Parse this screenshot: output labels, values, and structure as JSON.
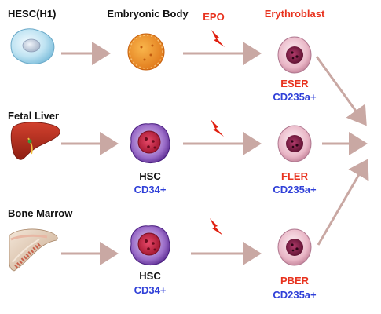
{
  "sources": {
    "hesc": "HESC(H1)",
    "fetal_liver": "Fetal Liver",
    "bone_marrow": "Bone Marrow"
  },
  "headers": {
    "embryonic_body": "Embryonic Body",
    "epo": "EPO",
    "erythroblast": "Erythroblast"
  },
  "cells": {
    "hsc_1": {
      "name": "HSC",
      "marker": "CD34+"
    },
    "hsc_2": {
      "name": "HSC",
      "marker": "CD34+"
    },
    "eser": {
      "name": "ESER",
      "marker": "CD235a+"
    },
    "fler": {
      "name": "FLER",
      "marker": "CD235a+"
    },
    "pber": {
      "name": "PBER",
      "marker": "CD235a+"
    }
  },
  "colors": {
    "arrow": "#c9a8a3",
    "red_label": "#e8321e",
    "blue_label": "#3040d8",
    "lightning": "#e02010",
    "embryonic_body": "#f0901e",
    "hsc_membrane": "#7a45b5",
    "erythroblast_nucleus": "#8a1f4a"
  },
  "icons": [
    "stem-cell-icon",
    "liver-icon",
    "bone-icon",
    "embryonic-body-icon",
    "hsc-cell-icon",
    "erythroblast-cell-icon",
    "lightning-icon"
  ]
}
